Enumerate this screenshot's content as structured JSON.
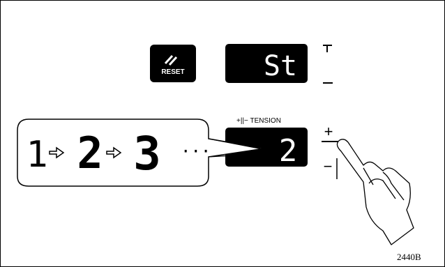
{
  "reset_button": {
    "label": "RESET"
  },
  "stitch_display": {
    "text": "St"
  },
  "tension_label": "+||− TENSION",
  "tension_display": {
    "value": "2"
  },
  "adjust_up_label": "+",
  "adjust_down_label": "−",
  "sequence": {
    "first": "1",
    "second": "2",
    "third": "3",
    "ellipsis": "···"
  },
  "figure_code": "2440B",
  "colors": {
    "panel": "#000000",
    "segment_text": "#ffffff",
    "line": "#000000"
  }
}
